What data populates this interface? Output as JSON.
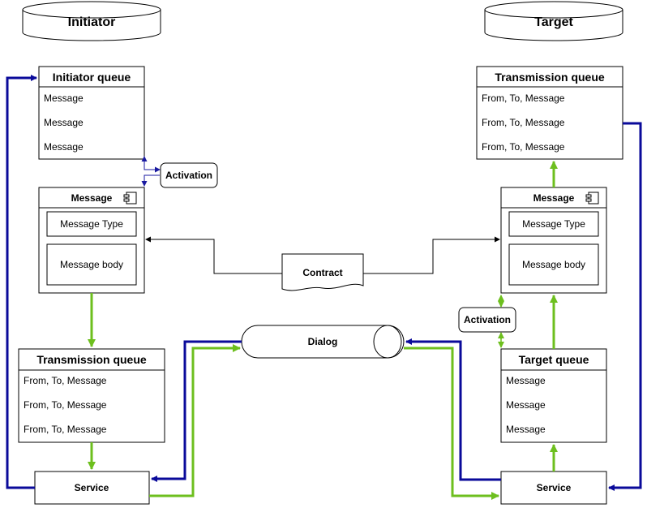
{
  "databases": {
    "initiator": "Initiator",
    "target": "Target"
  },
  "left": {
    "queue": {
      "title": "Initiator queue",
      "items": [
        "Message",
        "Message",
        "Message"
      ]
    },
    "activation": "Activation",
    "message": {
      "title": "Message",
      "type_label": "Message Type",
      "body_label": "Message body"
    },
    "transmission": {
      "title": "Transmission queue",
      "items": [
        "From, To, Message",
        "From, To, Message",
        "From, To, Message"
      ]
    },
    "service": "Service"
  },
  "right": {
    "transmission": {
      "title": "Transmission queue",
      "items": [
        "From, To, Message",
        "From, To, Message",
        "From, To, Message"
      ]
    },
    "message": {
      "title": "Message",
      "type_label": "Message Type",
      "body_label": "Message body"
    },
    "activation": "Activation",
    "queue": {
      "title": "Target queue",
      "items": [
        "Message",
        "Message",
        "Message"
      ]
    },
    "service": "Service"
  },
  "center": {
    "contract": "Contract",
    "dialog": "Dialog"
  },
  "colors": {
    "blue": "#0a0a9a",
    "green": "#6dbf1e"
  }
}
